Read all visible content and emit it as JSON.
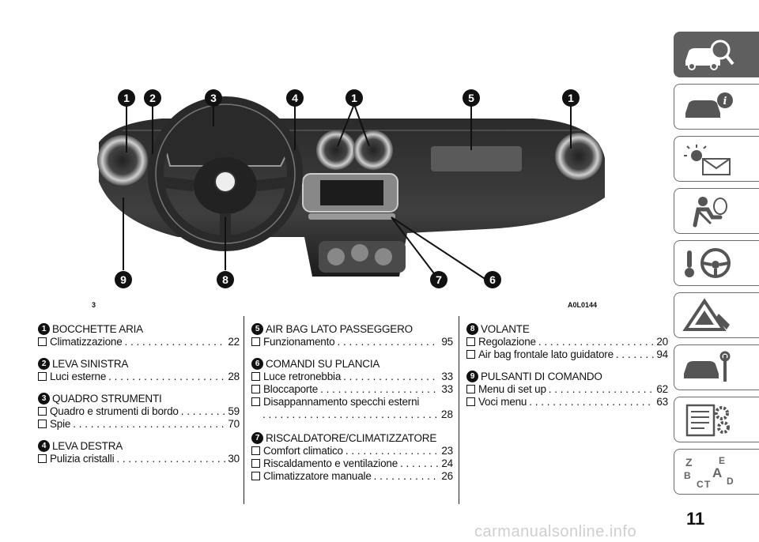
{
  "figure": {
    "number": "3",
    "code": "A0L0144",
    "callouts": [
      "1",
      "2",
      "3",
      "4",
      "1",
      "5",
      "1",
      "9",
      "8",
      "7",
      "6"
    ]
  },
  "columns": [
    {
      "sections": [
        {
          "num": "1",
          "title": "BOCCHETTE ARIA",
          "items": [
            {
              "label": "Climatizzazione",
              "page": "22"
            }
          ]
        },
        {
          "num": "2",
          "title": "LEVA SINISTRA",
          "items": [
            {
              "label": "Luci esterne",
              "page": "28"
            }
          ]
        },
        {
          "num": "3",
          "title": "QUADRO STRUMENTI",
          "items": [
            {
              "label": "Quadro e strumenti di bordo",
              "page": "59"
            },
            {
              "label": "Spie",
              "page": "70"
            }
          ]
        },
        {
          "num": "4",
          "title": "LEVA DESTRA",
          "items": [
            {
              "label": "Pulizia cristalli",
              "page": "30"
            }
          ]
        }
      ]
    },
    {
      "sections": [
        {
          "num": "5",
          "title": "AIR BAG LATO PASSEGGERO",
          "items": [
            {
              "label": "Funzionamento",
              "page": "95"
            }
          ]
        },
        {
          "num": "6",
          "title": "COMANDI SU PLANCIA",
          "items": [
            {
              "label": "Luce retronebbia",
              "page": "33"
            },
            {
              "label": "Bloccaporte",
              "page": "33"
            },
            {
              "label": "Disappannamento specchi esterni",
              "page": ""
            }
          ],
          "continuation_page": "28"
        },
        {
          "num": "7",
          "title": "RISCALDATORE/CLIMATIZZATORE",
          "items": [
            {
              "label": "Comfort climatico",
              "page": "23"
            },
            {
              "label": "Riscaldamento e ventilazione",
              "page": "24"
            },
            {
              "label": "Climatizzatore manuale",
              "page": "26"
            }
          ]
        }
      ]
    },
    {
      "sections": [
        {
          "num": "8",
          "title": "VOLANTE",
          "items": [
            {
              "label": "Regolazione",
              "page": "20"
            },
            {
              "label": "Air bag frontale lato guidatore",
              "page": "94"
            }
          ]
        },
        {
          "num": "9",
          "title": "PULSANTI DI COMANDO",
          "items": [
            {
              "label": "Menu di set up",
              "page": "62"
            },
            {
              "label": "Voci menu",
              "page": "63"
            }
          ]
        }
      ]
    }
  ],
  "sidebar": {
    "tabs": [
      {
        "icon": "car-search-icon",
        "active": true
      },
      {
        "icon": "car-info-icon",
        "active": false
      },
      {
        "icon": "warning-lights-icon",
        "active": false
      },
      {
        "icon": "airbag-seat-icon",
        "active": false
      },
      {
        "icon": "steering-wheel-icon",
        "active": false
      },
      {
        "icon": "breakdown-triangle-icon",
        "active": false
      },
      {
        "icon": "car-service-icon",
        "active": false
      },
      {
        "icon": "specifications-icon",
        "active": false
      },
      {
        "icon": "index-letters-icon",
        "active": false
      }
    ],
    "index_letters": [
      "Z",
      "E",
      "A",
      "B",
      "C",
      "T",
      "D"
    ]
  },
  "page_number": "11",
  "watermark": "carmanualsonline.info"
}
